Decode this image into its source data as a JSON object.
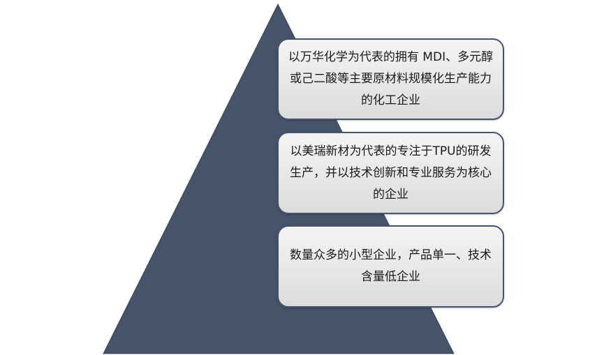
{
  "pyramid": {
    "fill_color": "#46546b",
    "box_border_color": "#46546b"
  },
  "tiers": [
    {
      "text": "以万华化学为代表的拥有 MDI、多元醇或己二酸等主要原材料规模化生产能力的化工企业"
    },
    {
      "text": "以美瑞新材为代表的专注于TPU的研发生产，并以技术创新和专业服务为核心的企业"
    },
    {
      "text": "数量众多的小型企业，产品单一、技术含量低企业"
    }
  ]
}
